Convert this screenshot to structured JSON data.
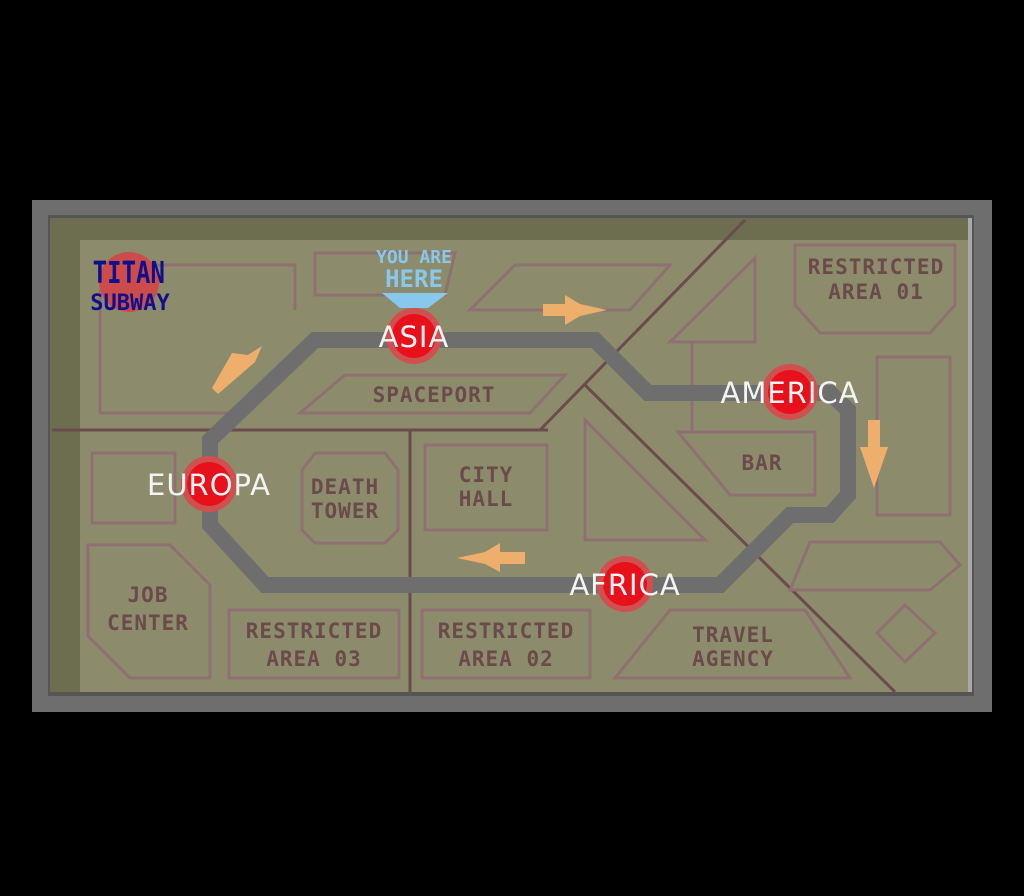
{
  "logo": {
    "line1": "TITAN",
    "line2": "SUBWAY"
  },
  "you_are_here": {
    "line1": "YOU ARE",
    "line2": "HERE"
  },
  "stations": [
    {
      "name": "ASIA",
      "current": true
    },
    {
      "name": "AMERICA",
      "current": false
    },
    {
      "name": "EUROPA",
      "current": false
    },
    {
      "name": "AFRICA",
      "current": false
    }
  ],
  "buildings": {
    "spaceport": "SPACEPORT",
    "restricted_01": [
      "RESTRICTED",
      "AREA 01"
    ],
    "bar": "BAR",
    "death_tower": [
      "DEATH",
      "TOWER"
    ],
    "city_hall": [
      "CITY",
      "HALL"
    ],
    "job_center": [
      "JOB",
      "CENTER"
    ],
    "restricted_03": [
      "RESTRICTED",
      "AREA 03"
    ],
    "restricted_02": [
      "RESTRICTED",
      "AREA 02"
    ],
    "travel_agency": [
      "TRAVEL",
      "AGENCY"
    ]
  },
  "colors": {
    "ground": "#8c8c6c",
    "frame": "#6e6e6e",
    "track": "#6e6e6e",
    "station": "#e8101a",
    "station_halo": "#d05050",
    "arrow": "#eeae6c",
    "you_are_here": "#88c8ec",
    "logo": "#10108c"
  }
}
